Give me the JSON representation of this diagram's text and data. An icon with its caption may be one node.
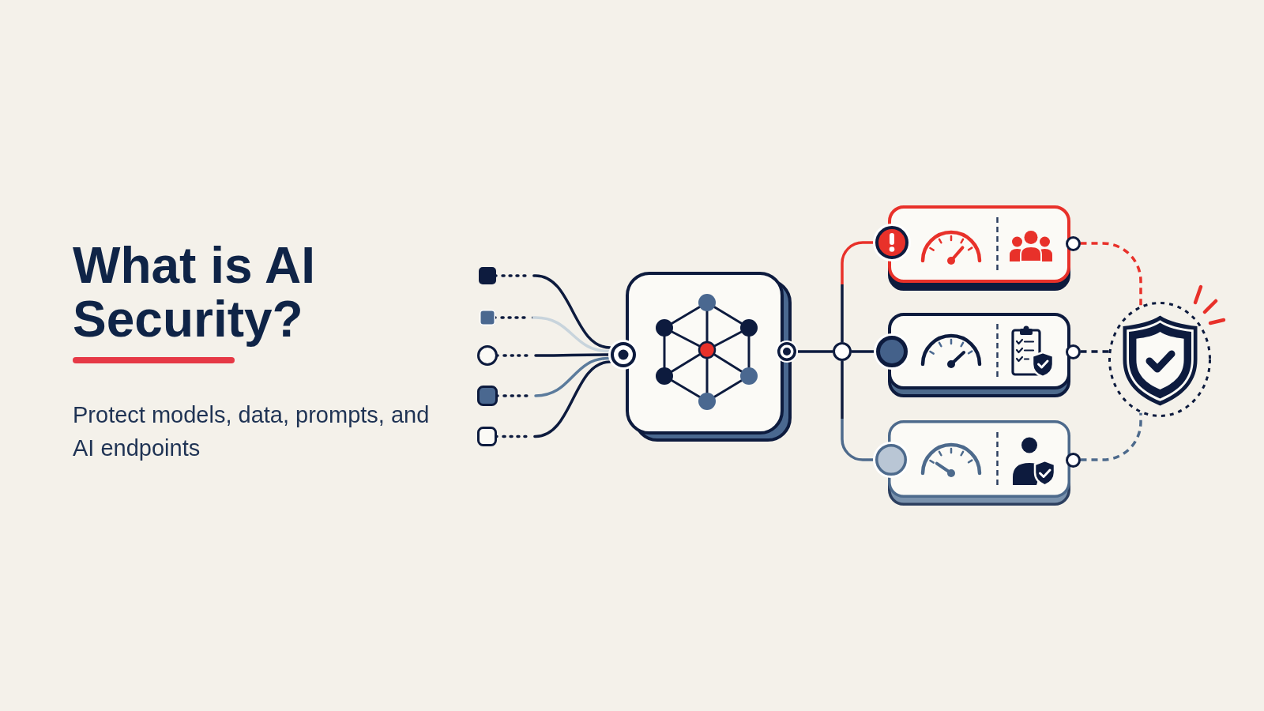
{
  "diagram": {
    "title": "What is AI Security?",
    "nodes": [
      {
        "text": [],
        "shape": "box"
      },
      {
        "text": [],
        "shape": "box"
      },
      {
        "text": [],
        "shape": "circle"
      },
      {
        "text": [],
        "shape": "box"
      },
      {
        "text": [],
        "shape": "box"
      },
      {
        "text": [],
        "shape": "circle"
      },
      {
        "text": [],
        "shape": "box"
      },
      {
        "text": [],
        "shape": "circle"
      },
      {
        "text": [],
        "shape": "circle"
      },
      {
        "text": [],
        "shape": "circle"
      },
      {
        "text": [],
        "shape": "box"
      },
      {
        "text": [],
        "shape": "circle"
      },
      {
        "text": [],
        "shape": "circle"
      },
      {
        "text": [],
        "shape": "box"
      },
      {
        "text": [],
        "shape": "circle"
      },
      {
        "text": [],
        "shape": "circle"
      },
      {
        "text": [],
        "shape": "box"
      },
      {
        "text": [],
        "shape": "circle"
      },
      {
        "text": [],
        "shape": "circle"
      }
    ],
    "edges": [
      {
        "from": 0,
        "to": 5,
        "arrow": "none",
        "style": "dashed"
      },
      {
        "from": 1,
        "to": 5,
        "arrow": "none",
        "style": "dashed",
        "color": "#c8d4dc"
      },
      {
        "from": 2,
        "to": 5,
        "arrow": "none",
        "style": "dashed"
      },
      {
        "from": 3,
        "to": 5,
        "arrow": "none",
        "style": "dashed",
        "color": "#5b7b9c"
      },
      {
        "from": 4,
        "to": 5,
        "arrow": "none",
        "style": "dashed"
      },
      {
        "from": 7,
        "to": 8,
        "arrow": "none"
      },
      {
        "from": 8,
        "to": 9,
        "arrow": "none",
        "color": "#e8312a"
      },
      {
        "from": 8,
        "to": 12,
        "arrow": "none"
      },
      {
        "from": 8,
        "to": 15,
        "arrow": "none",
        "color": "#4d6a8c"
      },
      {
        "from": 11,
        "to": 18,
        "arrow": "none",
        "style": "dashed",
        "color": "#e8312a"
      },
      {
        "from": 14,
        "to": 18,
        "arrow": "none",
        "style": "dashed"
      },
      {
        "from": 17,
        "to": 18,
        "arrow": "none",
        "style": "dashed",
        "color": "#4d6a8c"
      }
    ],
    "labels": [
      "Protect models, data, prompts, and AI endpoints"
    ]
  }
}
